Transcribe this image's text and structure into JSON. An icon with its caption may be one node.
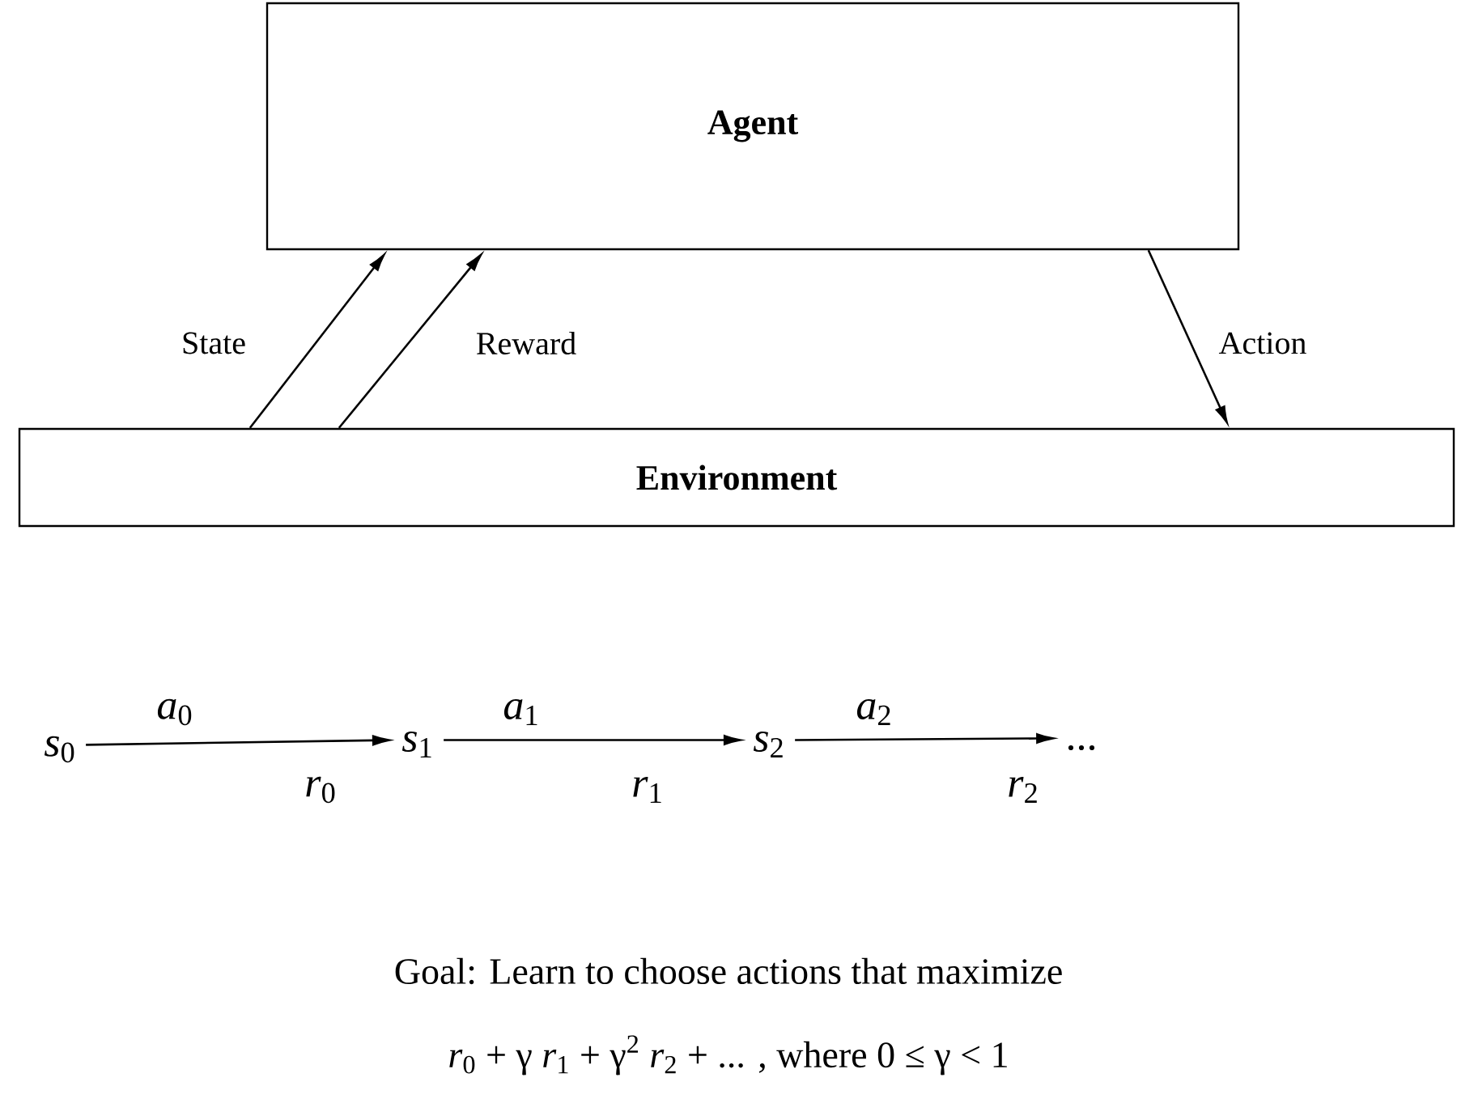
{
  "diagram": {
    "nodes": [
      {
        "text": [
          "Agent"
        ]
      },
      {
        "text": [
          "Environment"
        ]
      },
      {
        "text": [
          "*s*$_{0}$"
        ]
      },
      {
        "text": [
          "*s*$_{1}$"
        ]
      },
      {
        "text": [
          "*s*$_{2}$"
        ]
      },
      {
        "text": [
          "..."
        ]
      }
    ],
    "edges": [
      {
        "from": 1,
        "to": 0,
        "arrow": "to",
        "label": "State"
      },
      {
        "from": 1,
        "to": 0,
        "arrow": "to",
        "label": "Reward"
      },
      {
        "from": 0,
        "to": 1,
        "arrow": "to",
        "label": "Action"
      },
      {
        "from": 2,
        "to": 3,
        "arrow": "to",
        "label": "*a*$_{0}$"
      },
      {
        "from": 3,
        "to": 4,
        "arrow": "to",
        "label": "*a*$_{1}$"
      },
      {
        "from": 4,
        "to": 5,
        "arrow": "to",
        "label": "*a*$_{2}$"
      }
    ],
    "labels": [
      "*r*$_{0}$",
      "*r*$_{1}$",
      "*r*$_{2}$",
      "Goal: Learn to choose actions that maximize",
      "*r*$_{0}$ + γ *r*$_{1}$ + γ$^{2}$ *r*$_{2}$ + ... , where 0 ≤ γ < 1"
    ]
  }
}
